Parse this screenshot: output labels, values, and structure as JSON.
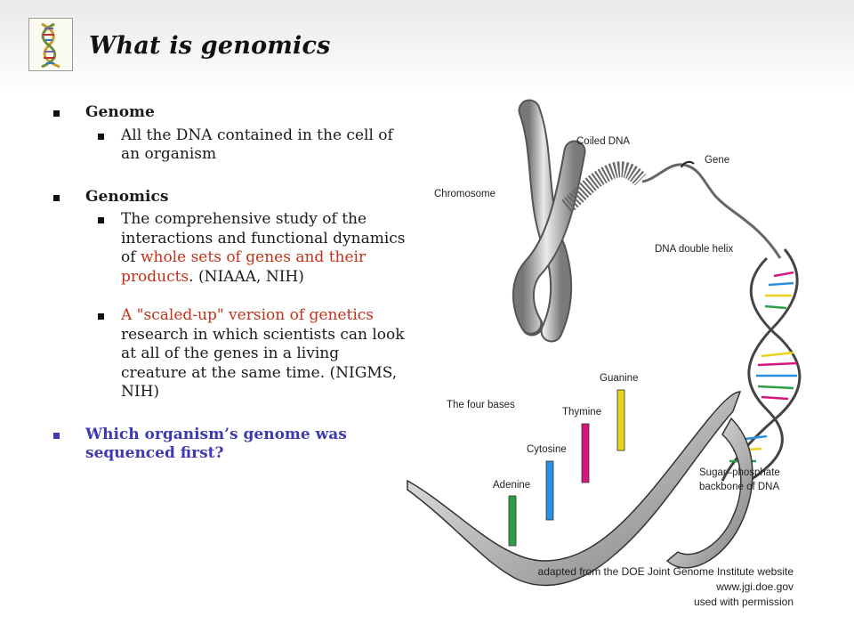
{
  "slide": {
    "title": "What is genomics"
  },
  "bullets": {
    "genome_heading": "Genome",
    "genome_def": "All the DNA contained in the cell of an organism",
    "genomics_heading": "Genomics",
    "genomics_def_part1": "The comprehensive study of the interactions and functional dynamics of ",
    "genomics_def_highlight": "whole sets of genes and their products",
    "genomics_def_part2": ". (NIAAA, NIH)",
    "scaled_up_part1": "A \"scaled-up\" version of genetics",
    "scaled_up_part2": " research in which scientists can look at all of the genes in a living creature at the same time. (NIGMS, NIH)",
    "question": "Which organism’s genome was sequenced first?"
  },
  "figure": {
    "labels": {
      "chromosome": "Chromosome",
      "coiled_dna": "Coiled DNA",
      "gene": "Gene",
      "double_helix": "DNA double helix",
      "four_bases": "The four bases",
      "adenine": "Adenine",
      "cytosine": "Cytosine",
      "thymine": "Thymine",
      "guanine": "Guanine",
      "backbone_line1": "Sugar–phosphate",
      "backbone_line2": "backbone of DNA"
    },
    "credit": {
      "line1": "adapted from the DOE Joint Genome Institute website",
      "line2": "www.jgi.doe.gov",
      "line3": "used with permission"
    },
    "colors": {
      "adenine": "#2e9e48",
      "cytosine": "#2a8fe0",
      "thymine": "#d6157f",
      "guanine": "#e8d21c"
    }
  },
  "colors": {
    "question": "#3e3ab3",
    "highlight": "#c0321a"
  }
}
